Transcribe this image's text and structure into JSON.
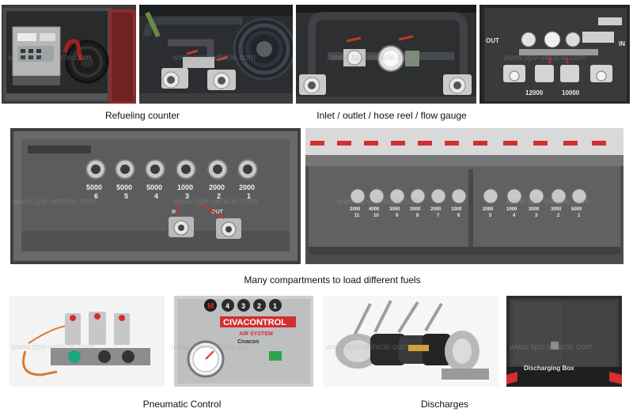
{
  "watermark": "www.spv-vehicle.com",
  "captions": {
    "refueling": "Refueling counter",
    "inlet": "Inlet / outlet / hose reel / flow gauge",
    "compartments": "Many compartments to load different fuels",
    "pneumatic": "Pneumatic Control",
    "discharges": "Discharges"
  },
  "photo4": {
    "out_label": "OUT",
    "in_label": "IN",
    "numbers": [
      "2",
      "1"
    ],
    "bottom": [
      "12000",
      "10000"
    ]
  },
  "photo5": {
    "row1": [
      "5000",
      "5000",
      "5000",
      "1000",
      "2000",
      "2000"
    ],
    "row2": [
      "6",
      "5",
      "4",
      "3",
      "2",
      "1"
    ],
    "in_label": "IN",
    "out_label": "OUT"
  },
  "photo6": {
    "left_caps": [
      "2000",
      "4000",
      "3000",
      "2000",
      "2000",
      "1000"
    ],
    "left_nums": [
      "11",
      "10",
      "9",
      "8",
      "7",
      "6"
    ],
    "right_caps": [
      "2000",
      "1000",
      "3000",
      "3000",
      "5000"
    ],
    "right_nums": [
      "5",
      "4",
      "3",
      "2",
      "1"
    ]
  },
  "photo8": {
    "m_button": "M",
    "buttons": [
      "4",
      "3",
      "2",
      "1"
    ],
    "brand": "CIVACONTROL",
    "subtitle": "AIR SYSTEM",
    "maker": "Civacon"
  },
  "photo10": {
    "label": "Discharging Box"
  }
}
